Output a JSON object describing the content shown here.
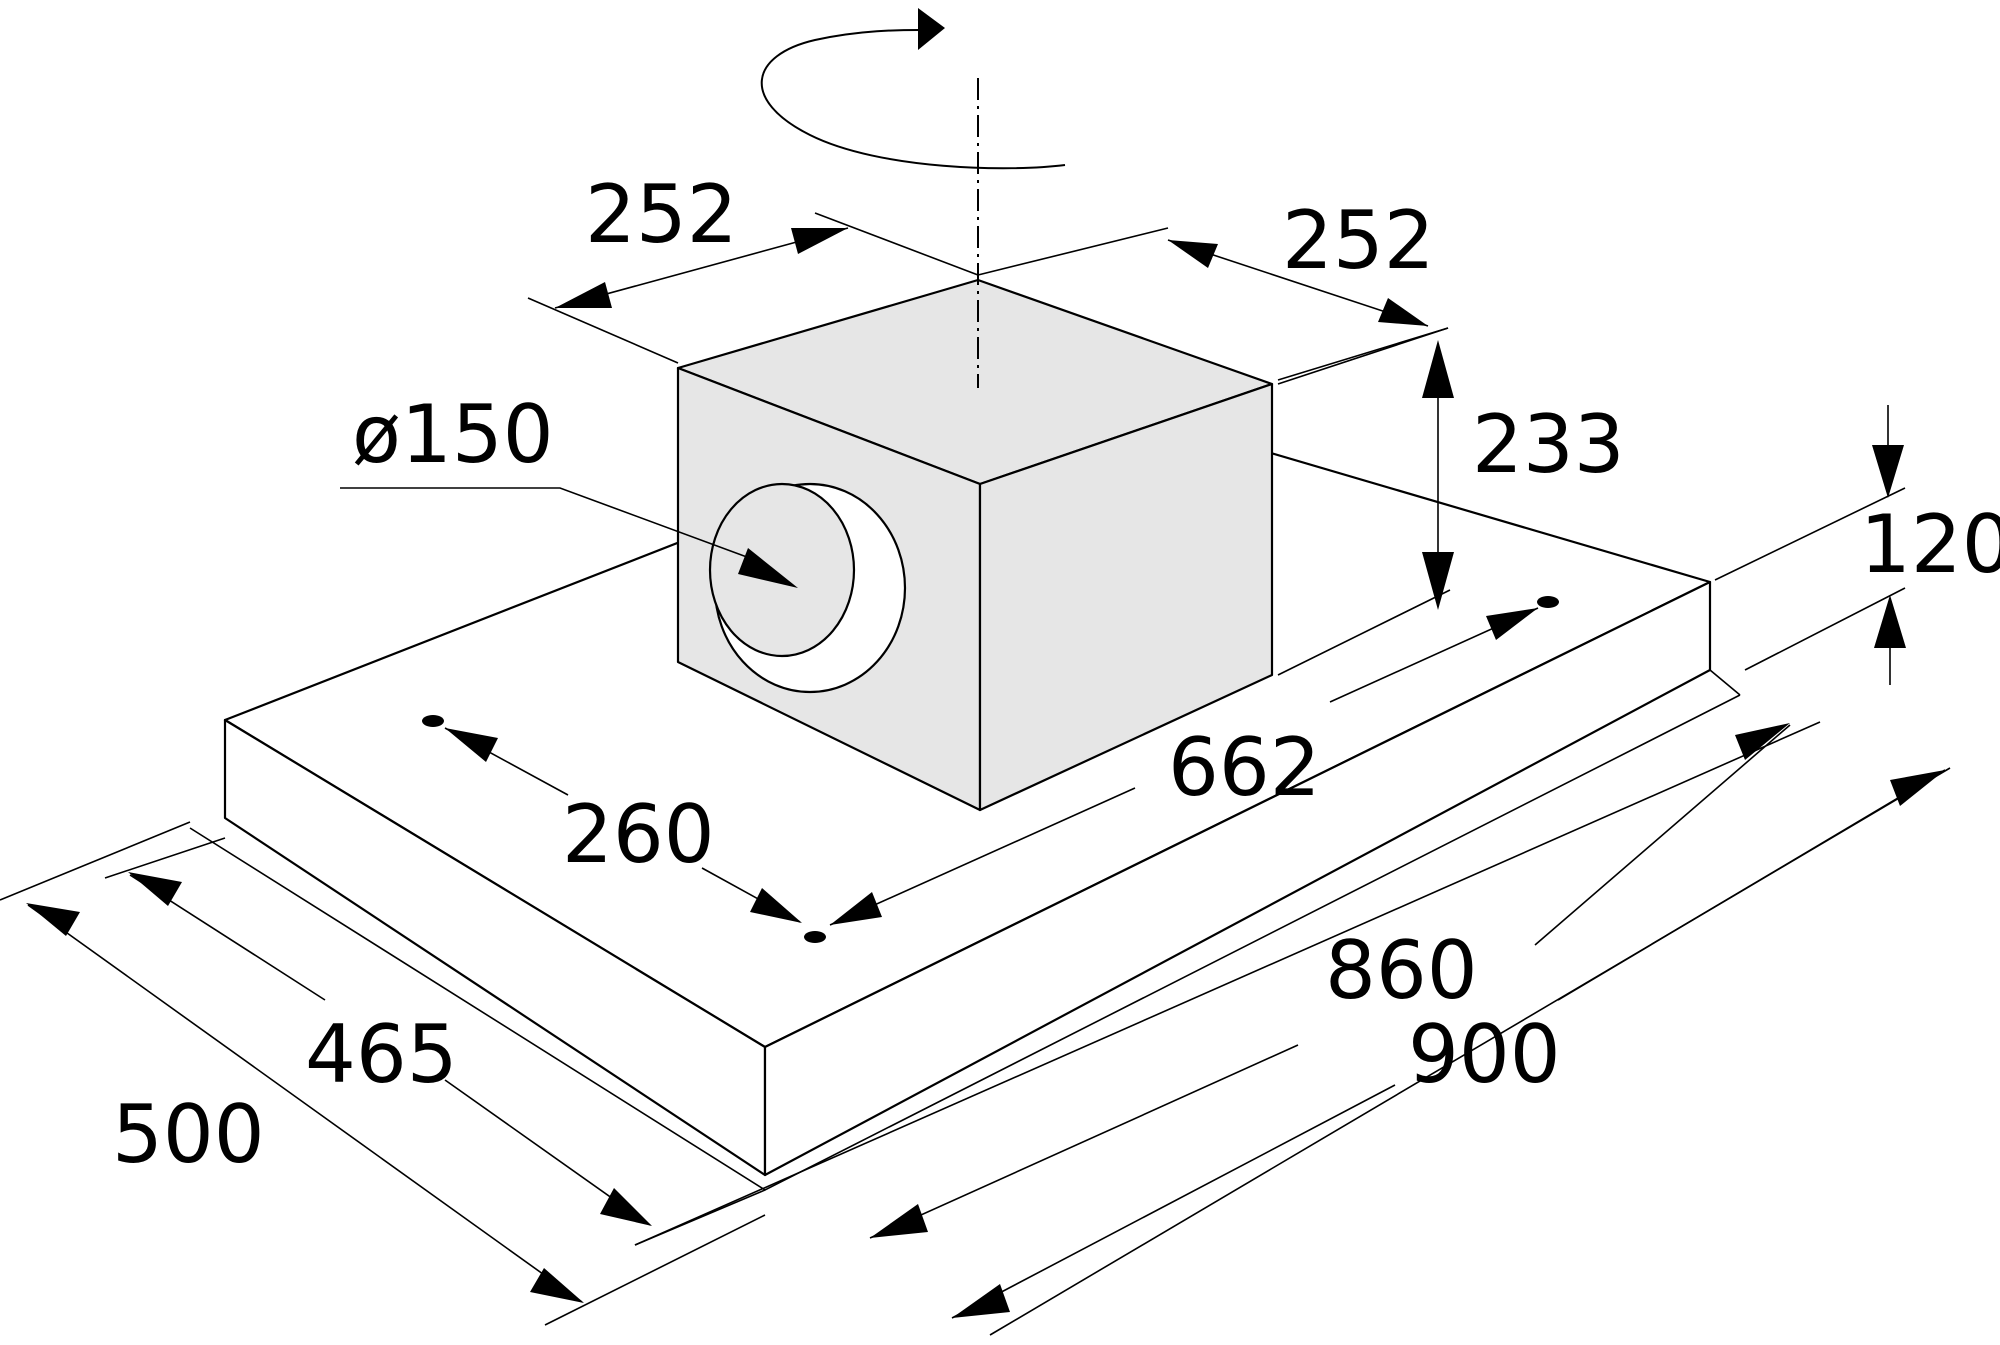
{
  "colors": {
    "line": "#000000",
    "box_fill": "#e6e6e6",
    "background": "#ffffff"
  },
  "dimensions": {
    "duct_width_left": "252",
    "duct_width_right": "252",
    "duct_diameter": "ø150",
    "duct_height": "233",
    "canopy_height": "120",
    "hole_spacing_depth": "260",
    "hole_spacing_width": "662",
    "inner_width": "860",
    "outer_width": "900",
    "inner_depth": "465",
    "outer_depth": "500"
  }
}
